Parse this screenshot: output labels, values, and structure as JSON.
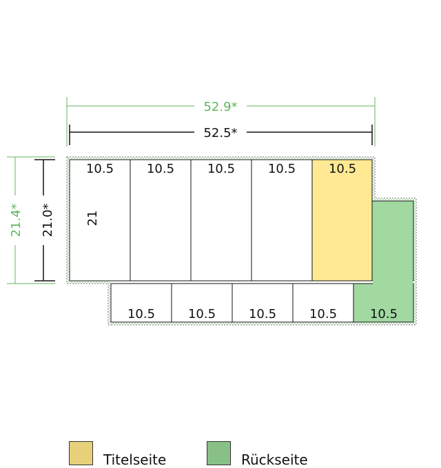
{
  "dimensions": {
    "outer_width": "52.9*",
    "inner_width": "52.5*",
    "outer_height": "21.4*",
    "inner_height": "21.0*"
  },
  "top_row": {
    "panels": [
      "10.5",
      "10.5",
      "10.5",
      "10.5",
      "10.5"
    ],
    "height_label": "21"
  },
  "bottom_row": {
    "panels": [
      "10.5",
      "10.5",
      "10.5",
      "10.5",
      "10.5"
    ]
  },
  "legend": {
    "title_page": "Titelseite",
    "back_page": "Rückseite"
  },
  "colors": {
    "title_fill": "#ffe993",
    "back_fill": "#a1d9a1",
    "legend_title": "#e6d079",
    "legend_back": "#88c088",
    "dim_green": "#5fb65f",
    "dim_black": "#111111"
  }
}
